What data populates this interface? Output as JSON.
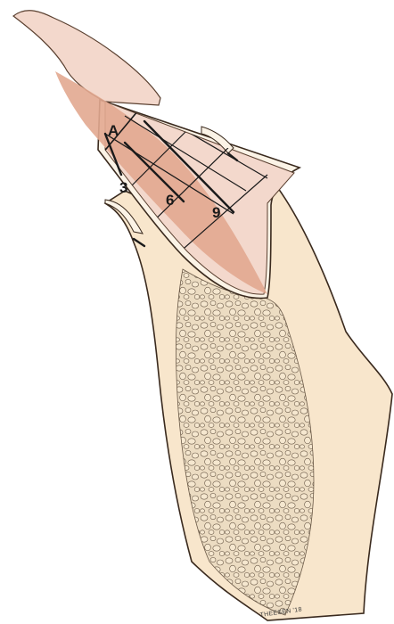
{
  "labels": {
    "apex_label": "A",
    "level_3": "3",
    "level_6": "6",
    "level_9": "9"
  },
  "signature": "THEESEN '18",
  "colors": {
    "bone": "#f8e6cc",
    "bone_outline": "#3a2a1e",
    "cancellous_fill": "#e8d6bc",
    "cancellous_dot": "#f3e3c9",
    "implant": "#f3d8cc",
    "implant_core": "#e2a990",
    "enamel_rim": "#fbf3e6",
    "section_lines": "#1a1a1a"
  }
}
